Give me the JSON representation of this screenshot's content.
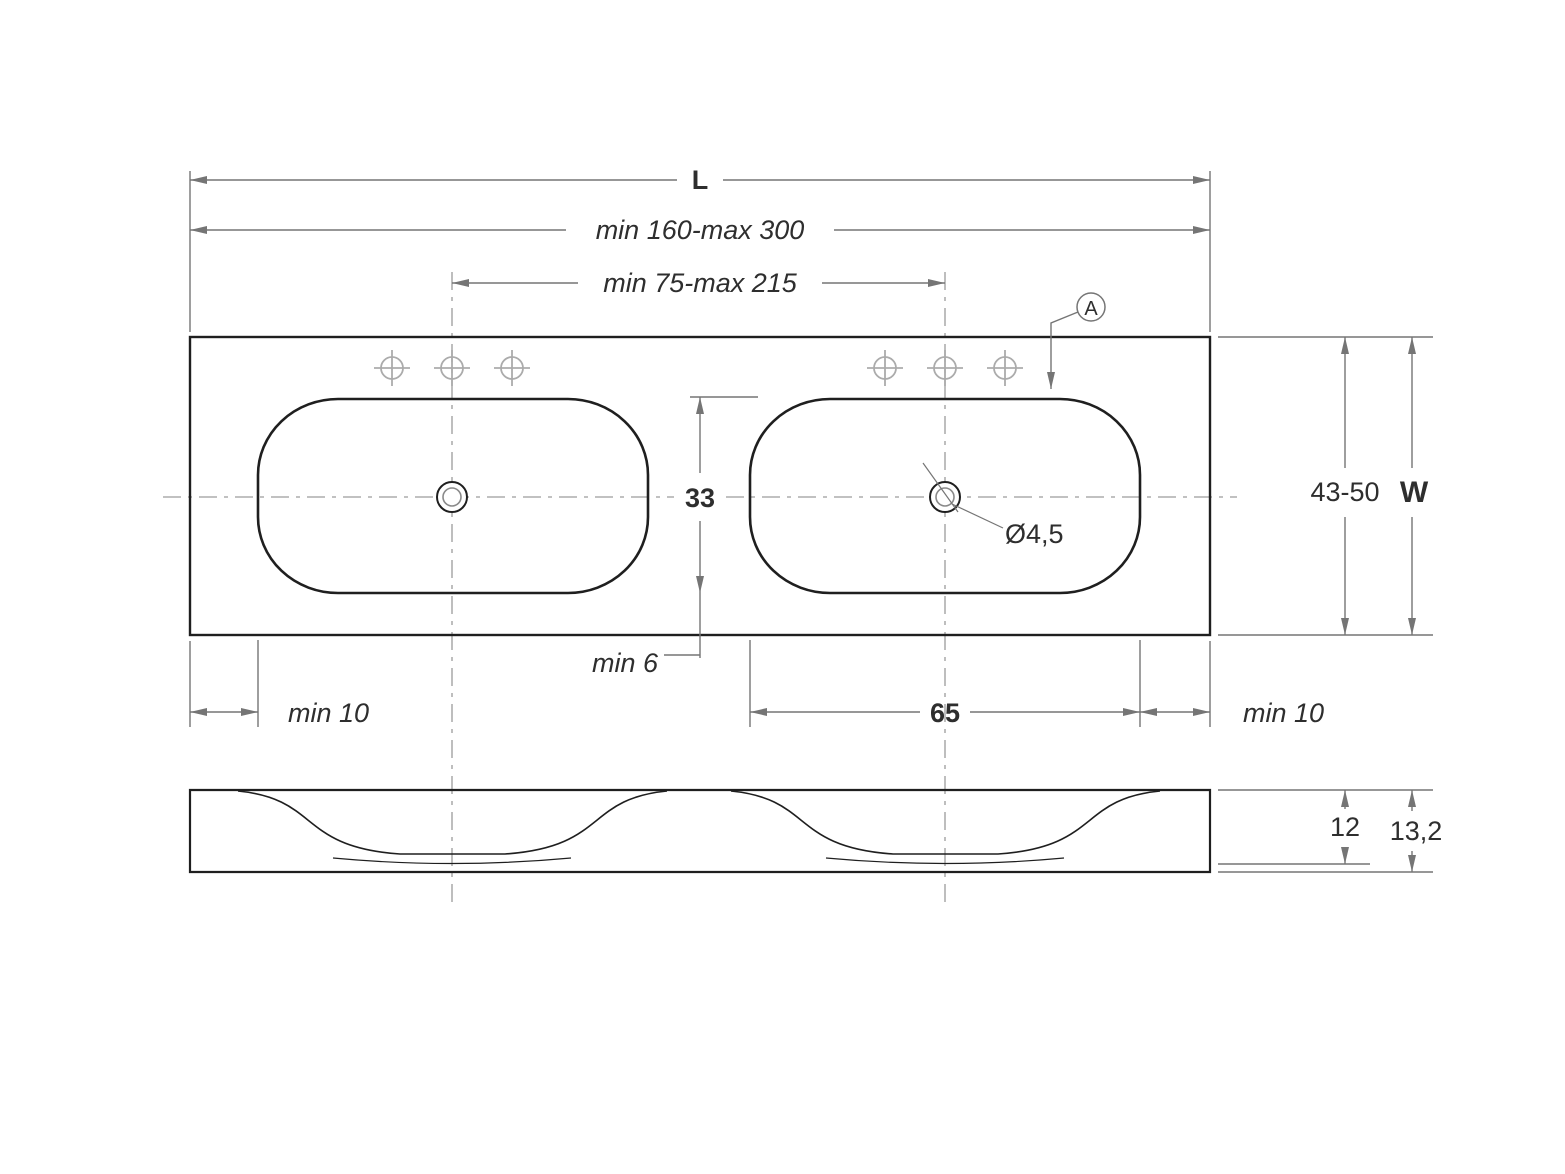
{
  "drawing": {
    "title": "double-washbasin-dimension-drawing",
    "labels": {
      "overall_length": "L",
      "length_range": "min 160-max 300",
      "faucet_spacing_range": "min 75-max 215",
      "detail_marker": "A",
      "depth_range": "43-50",
      "overall_width": "W",
      "basin_width": "33",
      "hole_diameter": "Ø4,5",
      "basin_edge_min": "min 6",
      "left_margin_min": "min 10",
      "basin_length": "65",
      "right_margin_min": "min 10",
      "inner_thickness": "12",
      "total_thickness": "13,2"
    },
    "colors": {
      "background": "#ffffff",
      "outline": "#1f1f1f",
      "dimension": "#757575",
      "centerline": "#9c9c9c",
      "faucet_holes": "#ababab",
      "drain_inner": "#8a8a8a",
      "text": "#2e2e2e"
    }
  }
}
